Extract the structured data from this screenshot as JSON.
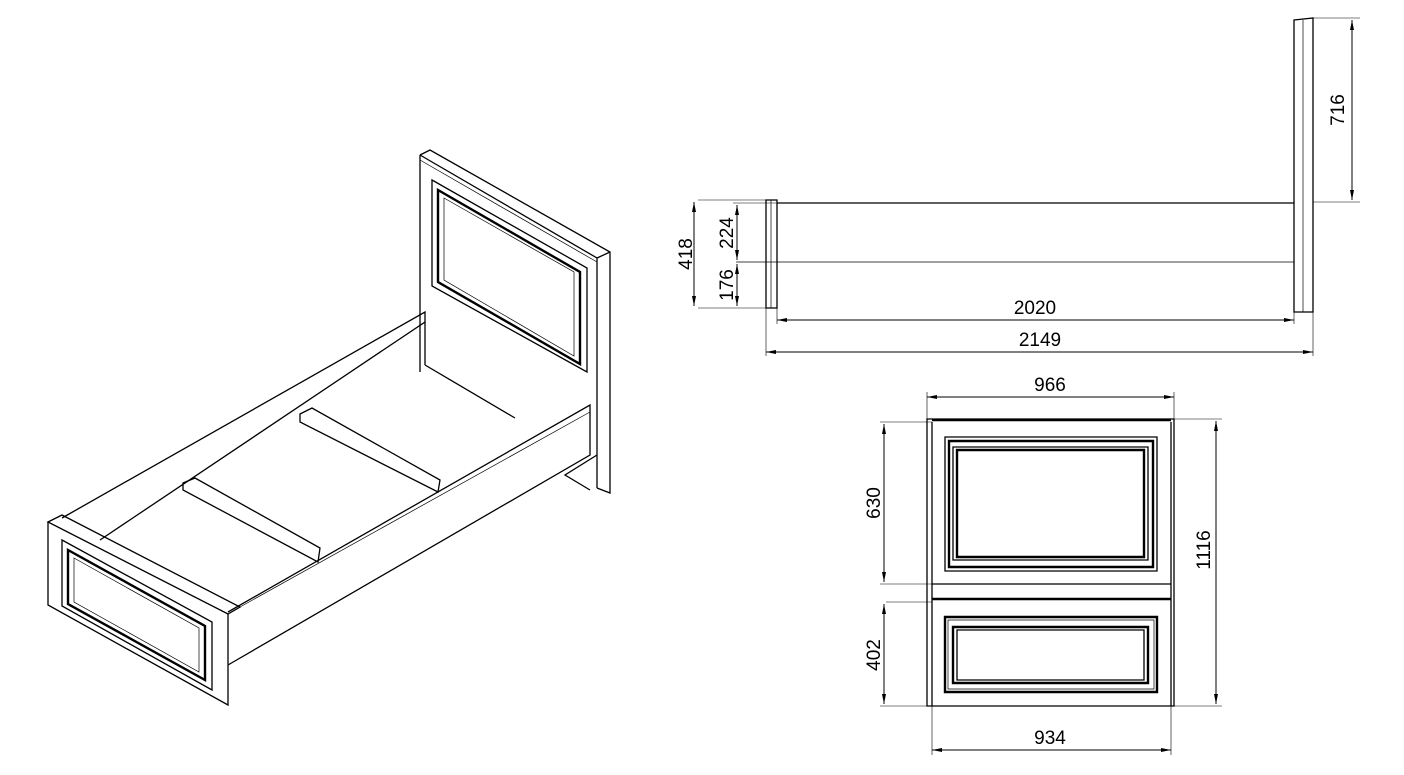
{
  "drawing": {
    "isometric_view": "bed-isometric",
    "side_view": {
      "dimensions": {
        "headboard_height_above_rail": "716",
        "footboard_height": "418",
        "rail_upper": "224",
        "rail_lower": "176",
        "inner_length": "2020",
        "overall_length": "2149"
      }
    },
    "front_view": {
      "dimensions": {
        "overall_width": "966",
        "inner_width": "934",
        "overall_height": "1116",
        "headboard_height": "630",
        "footboard_height": "402"
      }
    }
  }
}
